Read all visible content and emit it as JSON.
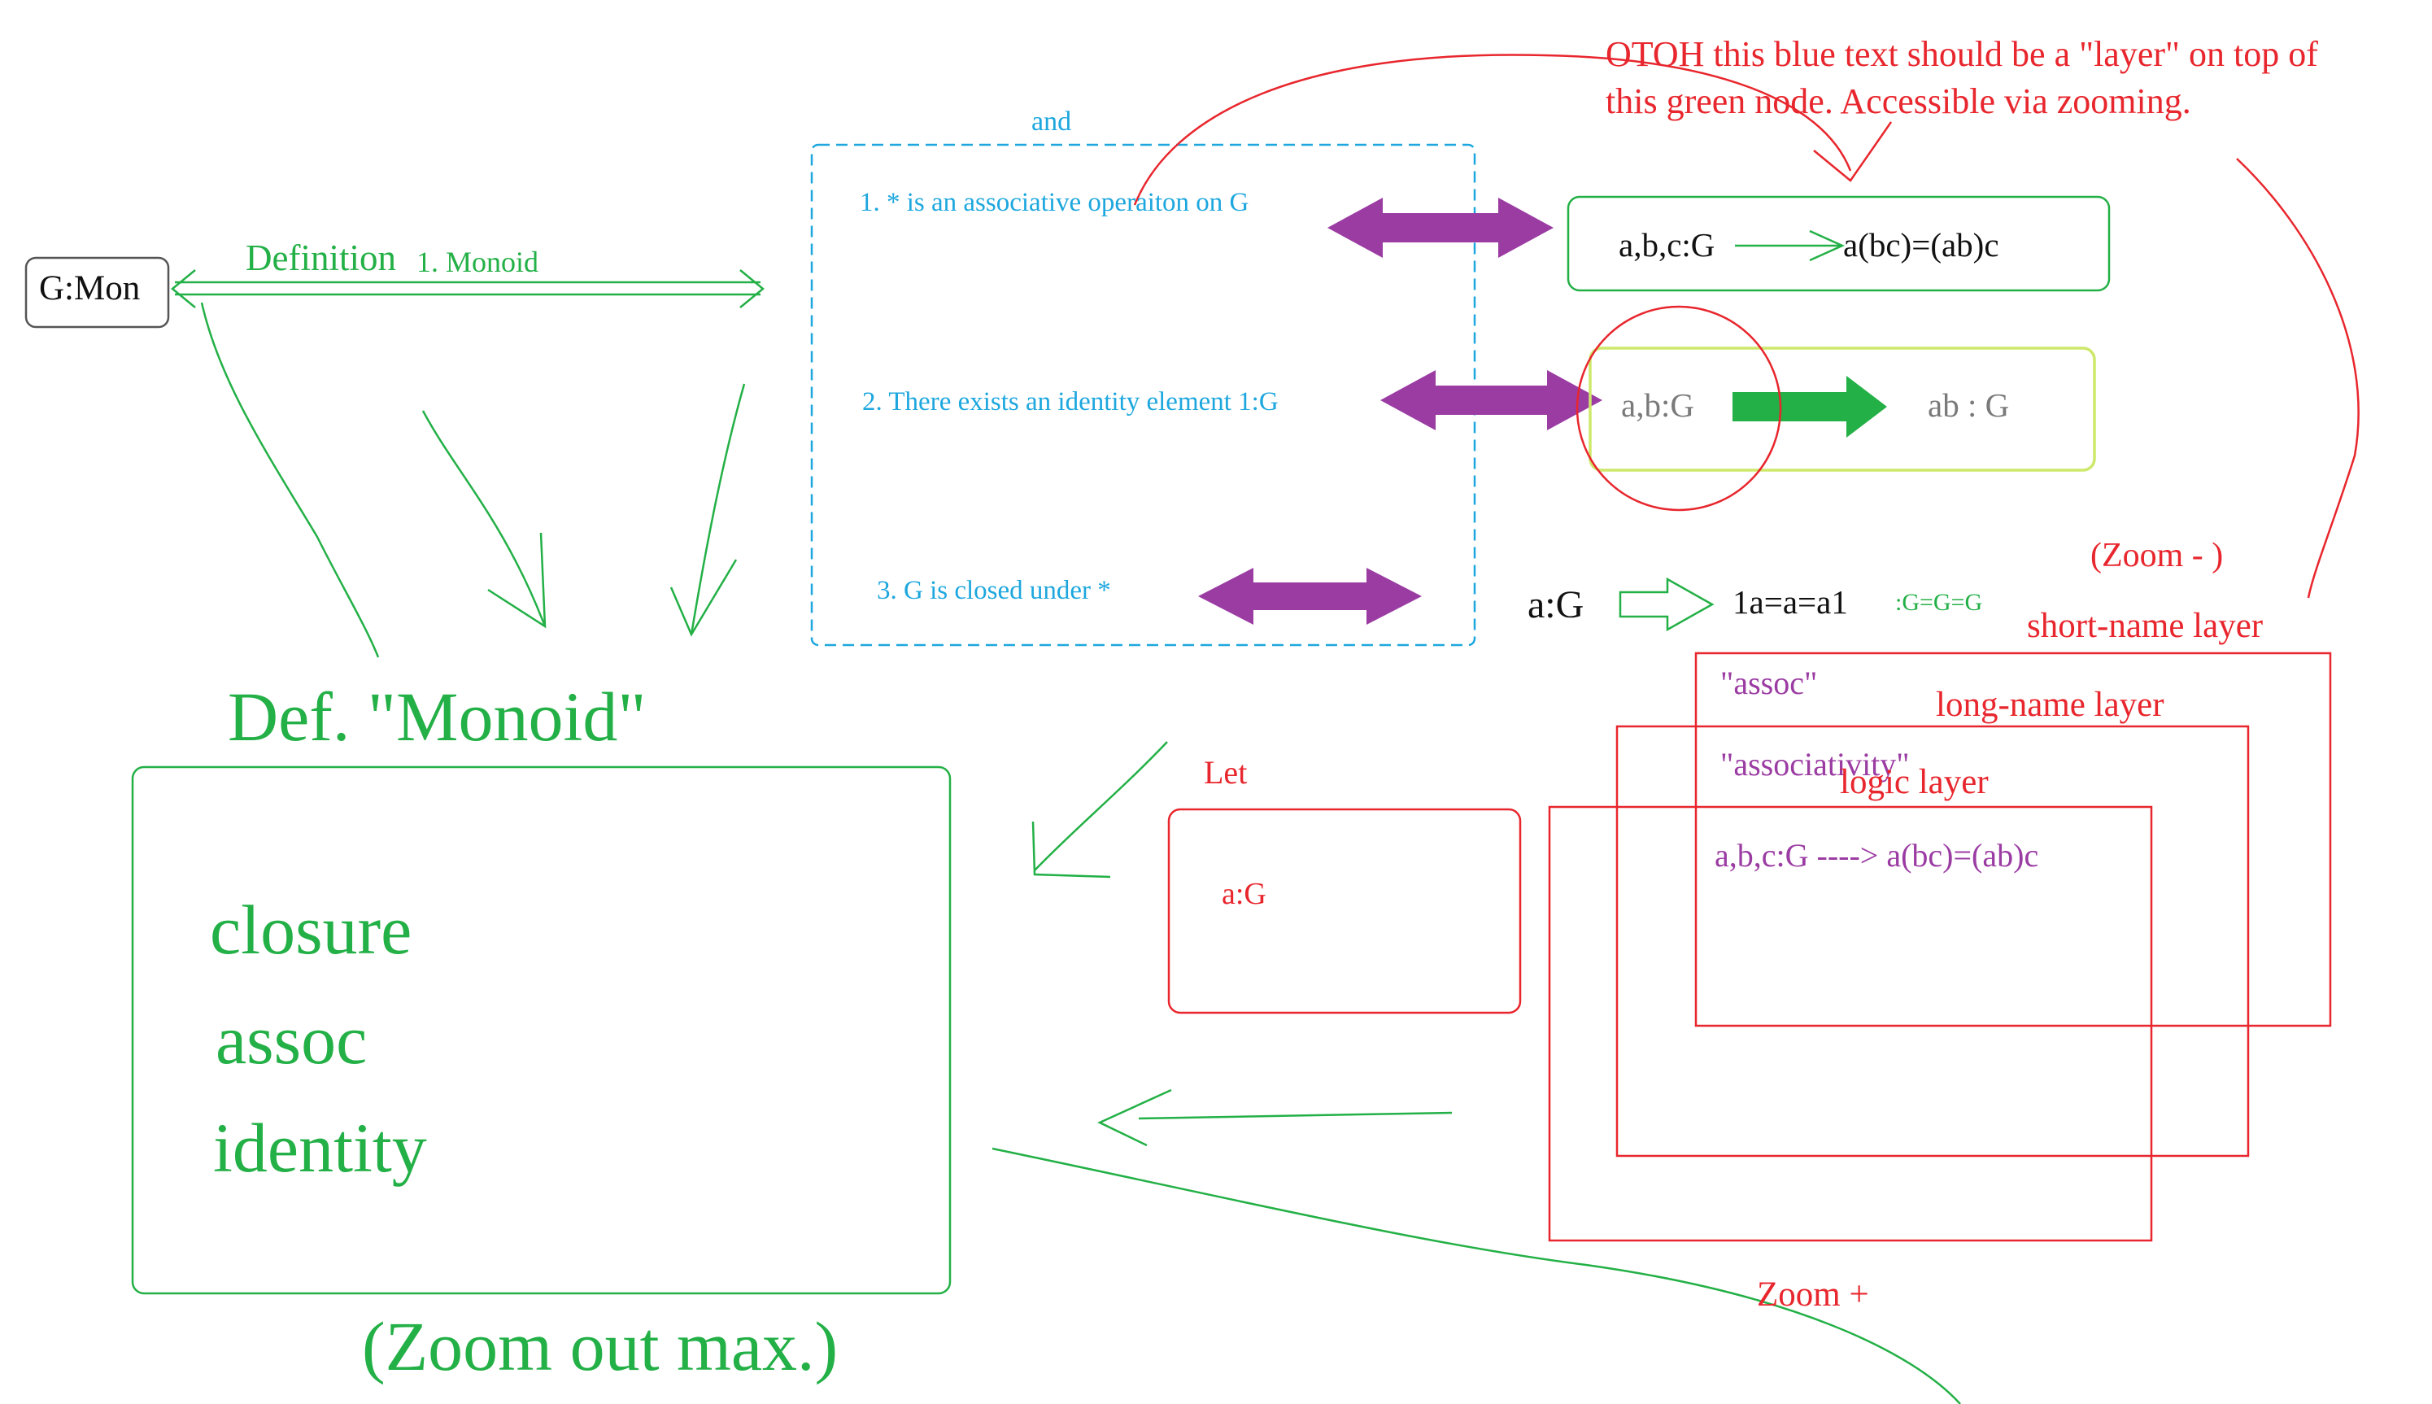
{
  "nodes": {
    "gmon": "G:Mon",
    "definition": "Definition",
    "monoid_label": "1. Monoid",
    "and": "and",
    "axiom_1": "1. * is an associative operaiton on G",
    "axiom_2": "2. There exists an identity element 1:G",
    "axiom_3": "3. G is closed under *",
    "assoc_formula_left": "a,b,c:G",
    "assoc_formula_right": "a(bc)=(ab)c",
    "closure_left": "a,b:G",
    "closure_right": "ab : G",
    "identity_left": "a:G",
    "identity_right": "1a=a=a1",
    "identity_types": ":G=G=G"
  },
  "annotations": {
    "otoh_line1": "OTOH this blue text should be a \"layer\" on top of",
    "otoh_line2": "this green node.   Accessible via zooming.",
    "zoom_minus": "(Zoom - )",
    "zoom_plus": "Zoom +",
    "short_name_layer": "short-name layer",
    "long_name_layer": "long-name layer",
    "logic_layer": "logic layer",
    "assoc_quoted": "\"assoc\"",
    "associativity_quoted": "\"associativity\"",
    "logic_formula": "a,b,c:G ----> a(bc)=(ab)c",
    "let": "Let",
    "let_var": "a:G"
  },
  "summary": {
    "title": "Def. \"Monoid\"",
    "items": [
      "closure",
      "assoc",
      "identity"
    ],
    "zoom_out": "(Zoom out max.)"
  },
  "colors": {
    "green": "#23b046",
    "blue": "#1da7de",
    "red": "#e8262d",
    "purple": "#9b3ca3",
    "lime": "#cde86a"
  }
}
